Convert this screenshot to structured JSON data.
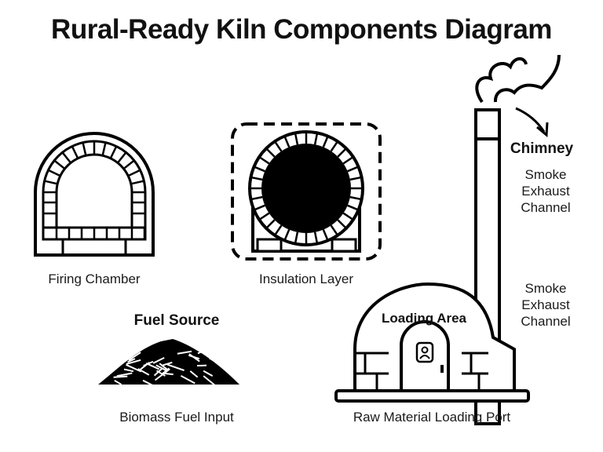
{
  "title": "Rural-Ready Kiln Components Diagram",
  "components": {
    "firing_chamber": {
      "label": "Firing Chamber"
    },
    "insulation_layer": {
      "label": "Insulation Layer"
    },
    "fuel_source": {
      "heading": "Fuel Source",
      "label": "Biomass Fuel Input"
    },
    "chimney": {
      "heading": "Chimney",
      "label": "Smoke\nExhaust\nChannel"
    },
    "smoke_channel": {
      "label": "Smoke\nExhaust\nChannel"
    },
    "loading_area": {
      "heading": "Loading Area",
      "label": "Raw Material Loading Port"
    }
  }
}
